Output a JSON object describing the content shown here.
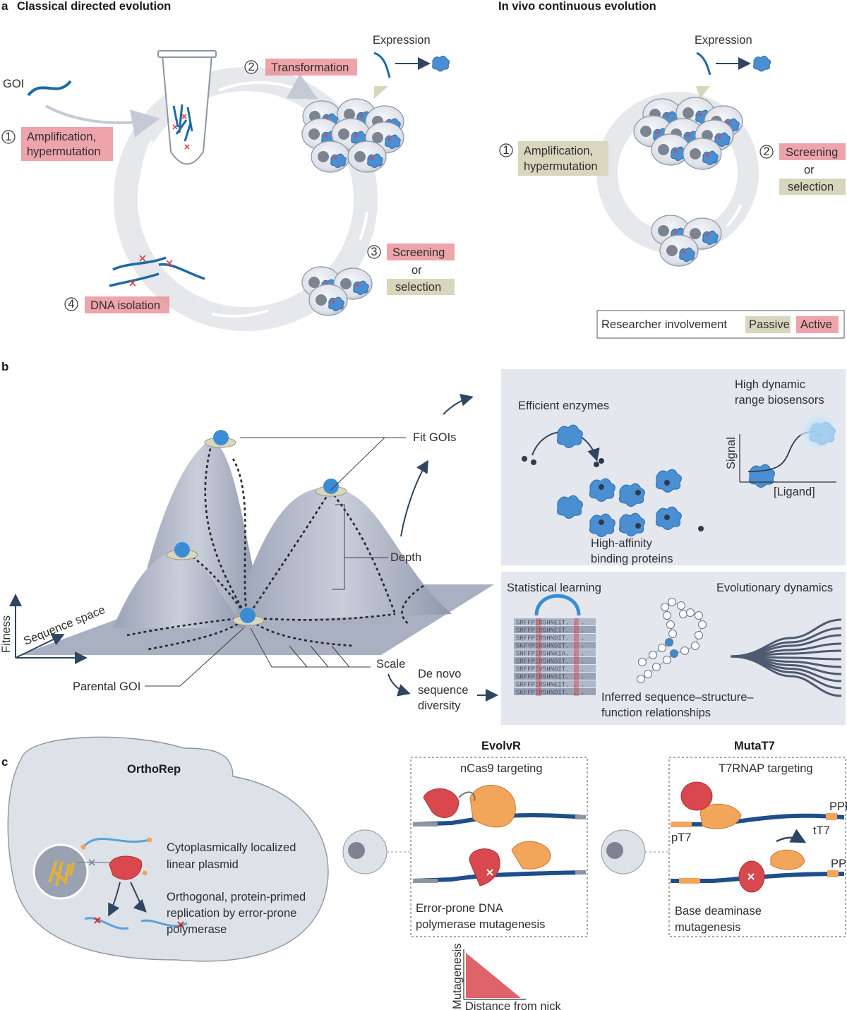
{
  "panel_a": {
    "letter": "a",
    "left_title": "Classical directed evolution",
    "right_title": "In vivo continuous evolution",
    "goi": "GOI",
    "expression_left": "Expression",
    "expression_right": "Expression",
    "left_steps": [
      {
        "num": "1",
        "lines": [
          "Amplification,",
          "hypermutation"
        ],
        "kind": "active"
      },
      {
        "num": "2",
        "lines": [
          "Transformation"
        ],
        "kind": "active"
      },
      {
        "num": "3",
        "lines": [
          "Screening"
        ],
        "kind": "active",
        "or": "or",
        "alt": "selection"
      },
      {
        "num": "4",
        "lines": [
          "DNA isolation"
        ],
        "kind": "active"
      }
    ],
    "right_steps": [
      {
        "num": "1",
        "lines": [
          "Amplification,",
          "hypermutation"
        ],
        "kind": "passive"
      },
      {
        "num": "2",
        "lines": [
          "Screening"
        ],
        "kind": "active",
        "or": "or",
        "alt": "selection"
      }
    ],
    "legend": {
      "title": "Researcher involvement",
      "passive": "Passive",
      "active": "Active"
    },
    "colors": {
      "active": "#e8868f",
      "passive": "#d9d6be"
    }
  },
  "panel_b": {
    "letter": "b",
    "fit_gois": "Fit GOIs",
    "depth": "Depth",
    "scale": "Scale",
    "parental_goi": "Parental GOI",
    "axis_fitness": "Fitness",
    "axis_sequence": "Sequence space",
    "de_novo": [
      "De novo",
      "sequence",
      "diversity"
    ],
    "efficient_enzymes": "Efficient enzymes",
    "biosensors": [
      "High dynamic",
      "range biosensors"
    ],
    "signal": "Signal",
    "ligand": "[Ligand]",
    "binding": [
      "High-affinity",
      "binding proteins"
    ],
    "statistical_learning": "Statistical learning",
    "evolutionary_dynamics": "Evolutionary dynamics",
    "inferred": [
      "Inferred sequence–structure–",
      "function relationships"
    ],
    "alignment": [
      "SRFFPIRSHNEIT. . .",
      "SRFFPIRGHNEIT. . .",
      "SRFFPIRSHNDIT. . .",
      "SKFYPIRSHNDIT. . .",
      "SNFFPIRSHNKIA. . .",
      "SRFFPIRSHNDIT. . .",
      "SRFFPIVSHNDIT. . .",
      "SRFFPIRSHNSIT. . .",
      "SRFFPIRSHNEIT. . .",
      "SKFFPIRSHNDIT. . ."
    ]
  },
  "panel_c": {
    "letter": "c",
    "orthorep": "OrthoRep",
    "plasmid": [
      "Cytoplasmically localized",
      "linear plasmid"
    ],
    "replication": [
      "Orthogonal, protein-primed",
      "replication by error-prone",
      "polymerase"
    ],
    "evolvr": "EvolvR",
    "evolvr_targeting": "nCas9 targeting",
    "evolvr_mut": [
      "Error-prone DNA",
      "polymerase mutagenesis"
    ],
    "mutat7": "MutaT7",
    "mutat7_targeting": "T7RNAP targeting",
    "pt7": "pT7",
    "tt7": "tT7",
    "mutat7_mut": [
      "Base deaminase",
      "mutagenesis"
    ],
    "ppp": "PPP",
    "mutagenesis_axis": "Mutagenesis",
    "distance_axis": "Distance from nick"
  }
}
